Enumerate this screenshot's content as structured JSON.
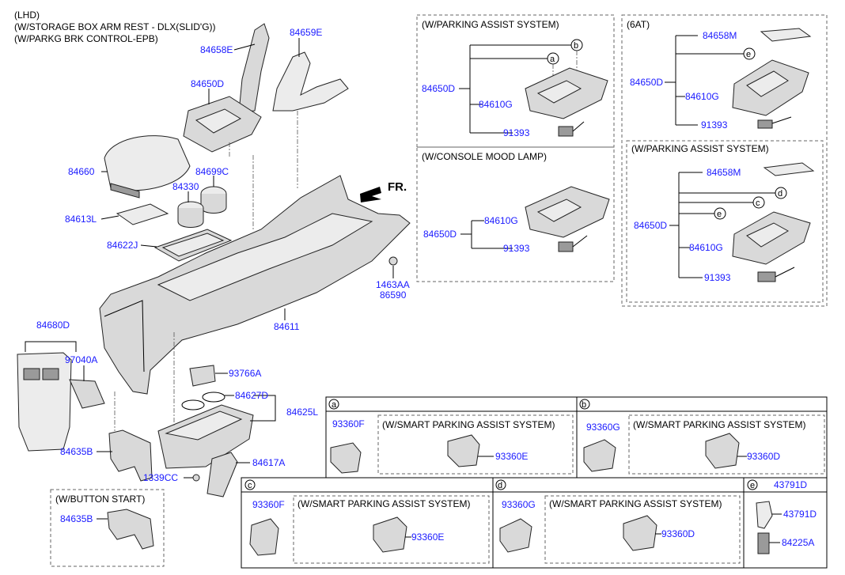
{
  "header": {
    "line1": "(LHD)",
    "line2": "(W/STORAGE BOX ARM REST - DLX(SLID'G))",
    "line3": "(W/PARKG BRK CONTROL-EPB)"
  },
  "direction_label": "FR.",
  "main_parts": {
    "p84658E": "84658E",
    "p84659E": "84659E",
    "p84650D": "84650D",
    "p84660": "84660",
    "p84699C": "84699C",
    "p84330": "84330",
    "p84613L": "84613L",
    "p84622J": "84622J",
    "p1463AA": "1463AA",
    "p86590": "86590",
    "p84611": "84611",
    "p84680D": "84680D",
    "p97040A": "97040A",
    "p93766A": "93766A",
    "p84627D": "84627D",
    "p84625L": "84625L",
    "p84635B": "84635B",
    "p84617A": "84617A",
    "p1339CC": "1339CC"
  },
  "button_start": {
    "title": "(W/BUTTON START)",
    "part": "84635B"
  },
  "parking_assist": {
    "title": "(W/PARKING ASSIST SYSTEM)",
    "callouts": [
      "a",
      "b"
    ],
    "p84650D": "84650D",
    "p84610G": "84610G",
    "p91393": "91393"
  },
  "mood_lamp": {
    "title": "(W/CONSOLE MOOD LAMP)",
    "p84650D": "84650D",
    "p84610G": "84610G",
    "p91393": "91393"
  },
  "six_at": {
    "title": "(6AT)",
    "callout": "e",
    "p84658M": "84658M",
    "p84650D": "84650D",
    "p84610G": "84610G",
    "p91393": "91393",
    "sub": {
      "title": "(W/PARKING ASSIST SYSTEM)",
      "callouts": [
        "d",
        "c",
        "e"
      ],
      "p84658M": "84658M",
      "p84650D": "84650D",
      "p84610G": "84610G",
      "p91393": "91393"
    }
  },
  "grid": {
    "a": {
      "letter": "a",
      "left_part": "93360F",
      "sub_title": "(W/SMART PARKING ASSIST SYSTEM)",
      "sub_part": "93360E"
    },
    "b": {
      "letter": "b",
      "left_part": "93360G",
      "sub_title": "(W/SMART PARKING ASSIST SYSTEM)",
      "sub_part": "93360D"
    },
    "c": {
      "letter": "c",
      "left_part": "93360F",
      "sub_title": "(W/SMART PARKING ASSIST SYSTEM)",
      "sub_part": "93360E"
    },
    "d": {
      "letter": "d",
      "left_part": "93360G",
      "sub_title": "(W/SMART PARKING ASSIST SYSTEM)",
      "sub_part": "93360D"
    },
    "e": {
      "letter": "e",
      "header_part": "43791D",
      "p1": "43791D",
      "p2": "84225A"
    }
  }
}
